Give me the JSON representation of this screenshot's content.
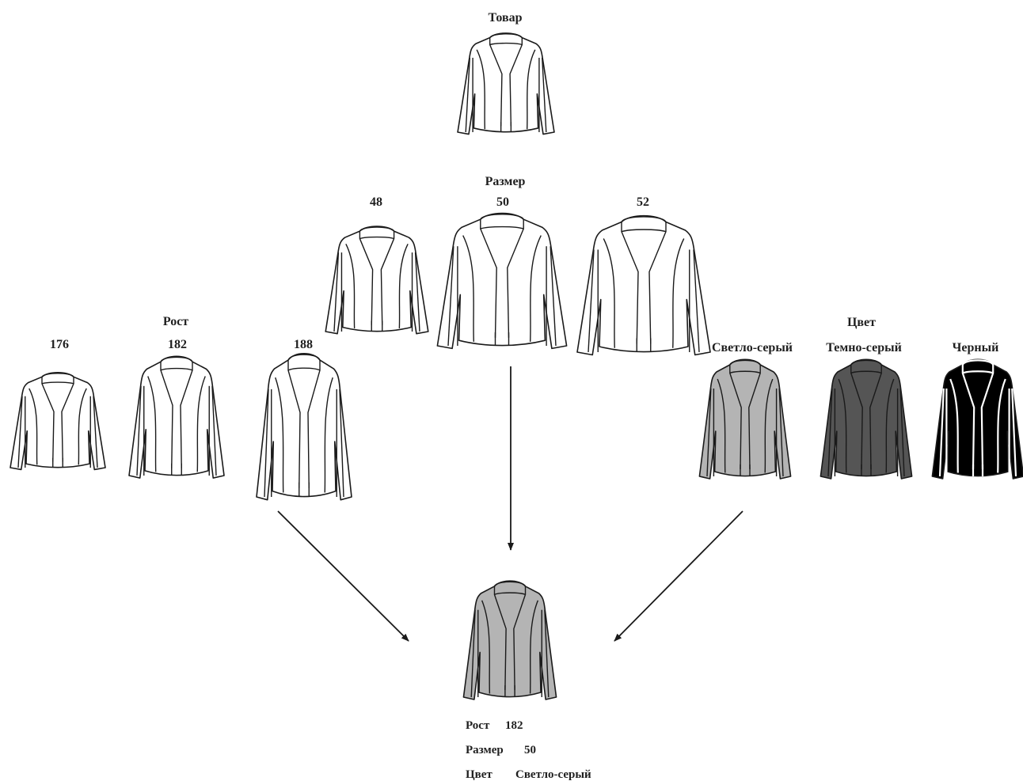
{
  "product": {
    "title": "Товар",
    "color": "#ffffff"
  },
  "size": {
    "title": "Размер",
    "options": [
      {
        "label": "48",
        "color": "#ffffff"
      },
      {
        "label": "50",
        "color": "#ffffff"
      },
      {
        "label": "52",
        "color": "#ffffff"
      }
    ]
  },
  "height": {
    "title": "Рост",
    "options": [
      {
        "label": "176",
        "color": "#ffffff"
      },
      {
        "label": "182",
        "color": "#ffffff"
      },
      {
        "label": "188",
        "color": "#ffffff"
      }
    ]
  },
  "color_attr": {
    "title": "Цвет",
    "options": [
      {
        "label": "Светло-серый",
        "color": "#b4b4b4"
      },
      {
        "label": "Темно-серый",
        "color": "#555555"
      },
      {
        "label": "Черный",
        "color": "#000000"
      }
    ]
  },
  "result": {
    "color": "#b4b4b4",
    "height_label": "Рост",
    "height_value": "182",
    "size_label": "Размер",
    "size_value": "50",
    "color_label": "Цвет",
    "color_value": "Светло-серый"
  },
  "colors": {
    "line": "#1a1a1a",
    "light_line": "#ffffff"
  }
}
